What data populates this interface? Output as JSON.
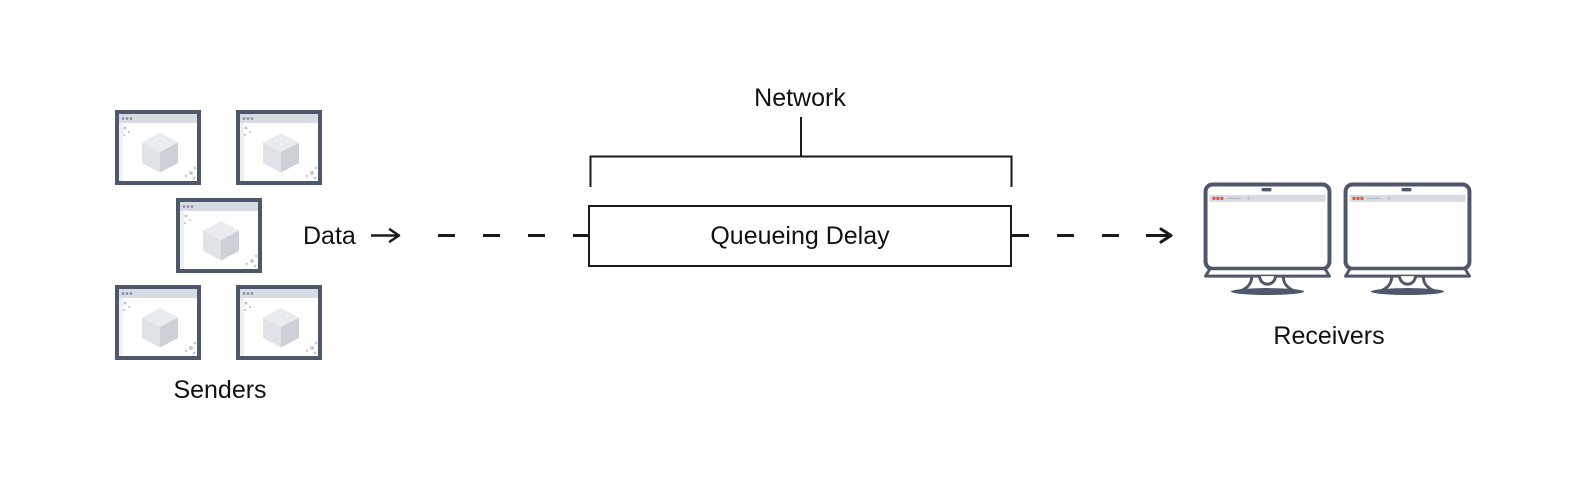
{
  "diagram": {
    "senders": {
      "label": "Senders",
      "icon": "browser-window-icon",
      "count": 5
    },
    "flow": {
      "data_label": "Data"
    },
    "network": {
      "label": "Network"
    },
    "queueing_delay": {
      "label": "Queueing Delay"
    },
    "receivers": {
      "label": "Receivers",
      "icon": "monitor-icon",
      "count": 2
    }
  },
  "colors": {
    "background": "#ffffff",
    "line": "#1a1a1a",
    "text": "#111111",
    "icon_stroke": "#4d586b",
    "icon_bar_fill": "#d7dbe2",
    "cube_top": "#e9ebee",
    "cube_left": "#dfe2e6",
    "cube_right": "#cdd1d7",
    "monitor_dot_red": "#d9594a"
  }
}
